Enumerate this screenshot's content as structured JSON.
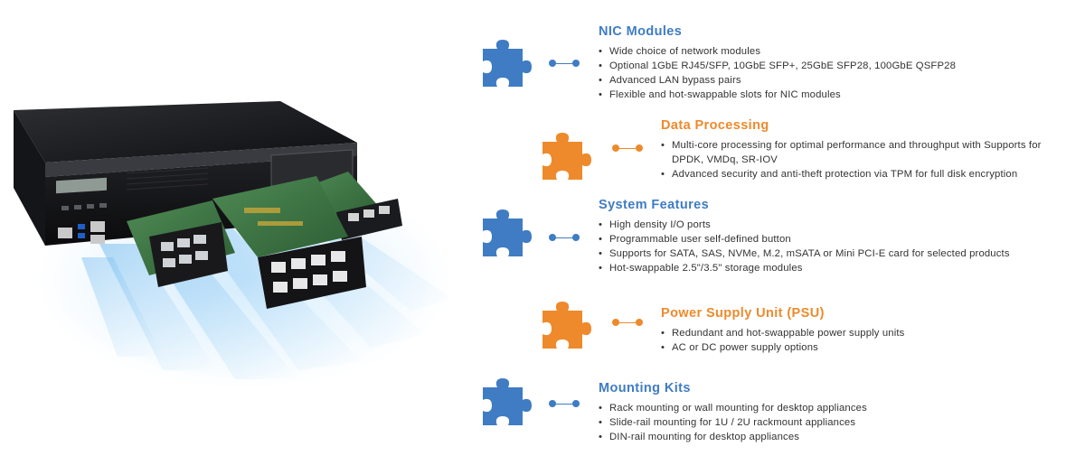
{
  "colors": {
    "blue": "#3f7cc3",
    "orange": "#ee8a2b",
    "text": "#333333"
  },
  "features": [
    {
      "title": "NIC Modules",
      "icon": "puzzle-piece-icon",
      "color": "blue",
      "items": [
        "Wide choice of network modules",
        "Optional 1GbE RJ45/SFP, 10GbE SFP+, 25GbE SFP28, 100GbE QSFP28",
        "Advanced LAN bypass pairs",
        "Flexible and hot-swappable slots for NIC modules"
      ]
    },
    {
      "title": "Data Processing",
      "icon": "puzzle-piece-icon",
      "color": "orange",
      "items": [
        "Multi-core processing for optimal performance and throughput with Supports for DPDK, VMDq, SR-IOV",
        "Advanced security and anti-theft protection via TPM for full disk encryption"
      ]
    },
    {
      "title": "System Features",
      "icon": "puzzle-piece-icon",
      "color": "blue",
      "items": [
        "High density I/O ports",
        "Programmable user self-defined button",
        "Supports for SATA, SAS, NVMe, M.2, mSATA or Mini PCI-E card for selected products",
        "Hot-swappable 2.5\"/3.5\" storage modules"
      ]
    },
    {
      "title": "Power Supply Unit (PSU)",
      "icon": "puzzle-piece-icon",
      "color": "orange",
      "items": [
        "Redundant and hot-swappable power supply units",
        "AC or DC power supply options"
      ]
    },
    {
      "title": "Mounting Kits",
      "icon": "puzzle-piece-icon",
      "color": "blue",
      "items": [
        "Rack mounting or wall mounting for desktop appliances",
        "Slide-rail mounting for 1U / 2U rackmount appliances",
        "DIN-rail mounting for desktop appliances"
      ]
    }
  ]
}
